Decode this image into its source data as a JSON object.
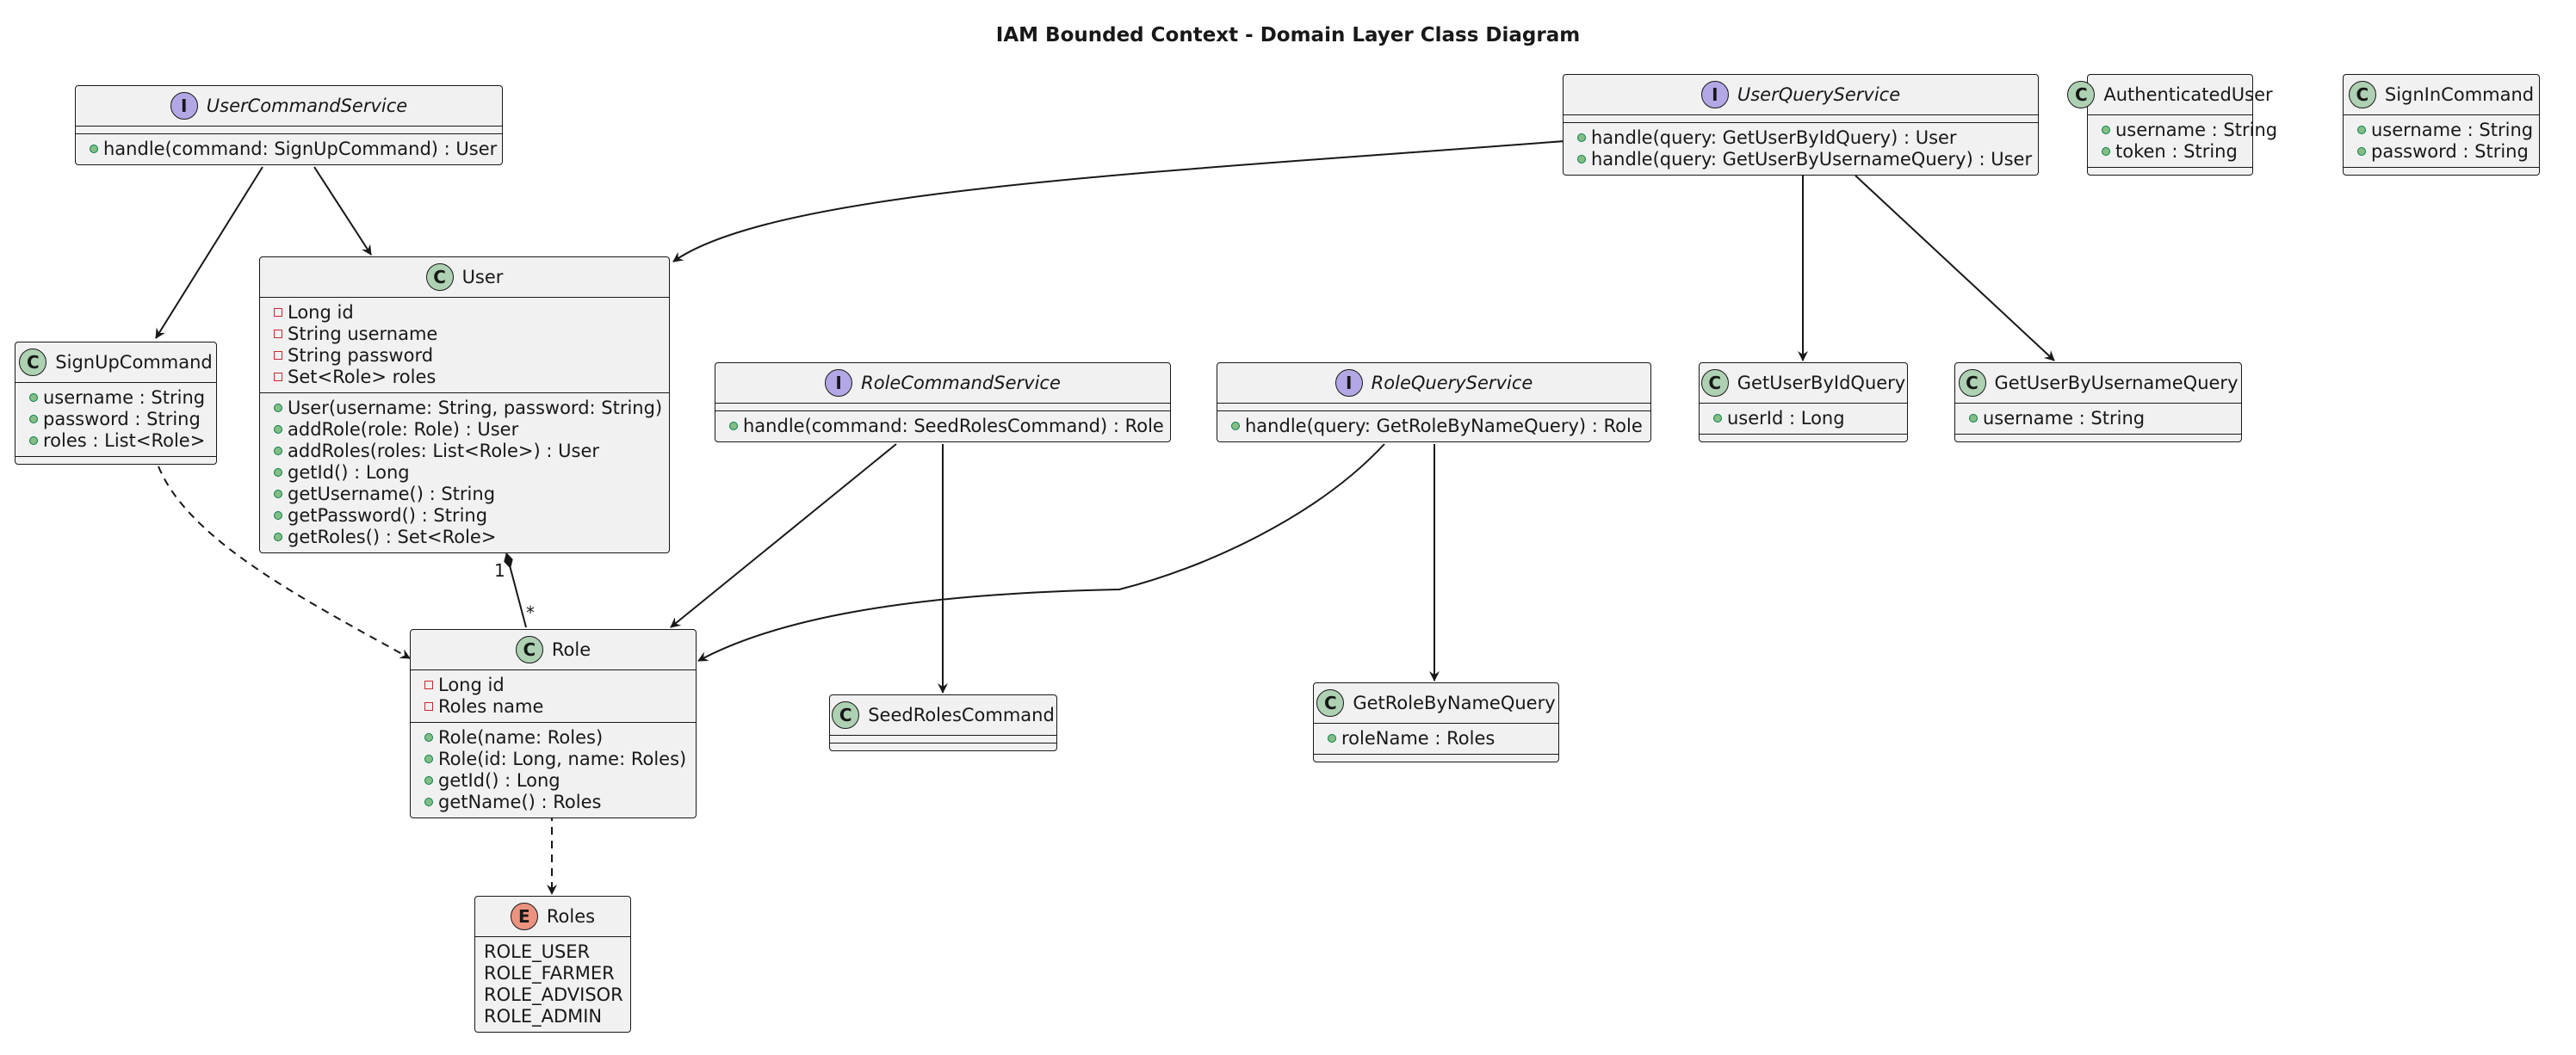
{
  "title": "IAM Bounded Context - Domain Layer Class Diagram",
  "colors": {
    "class_badge": "#ADD1B2",
    "interface_badge": "#B4A7E5",
    "enum_badge": "#EB937F",
    "box_fill": "#F1F1F1",
    "line": "#181818"
  },
  "classes": {
    "user_command_service": {
      "stereotype": "I",
      "name": "UserCommandService",
      "methods": [
        "handle(command: SignUpCommand) : User"
      ]
    },
    "user_query_service": {
      "stereotype": "I",
      "name": "UserQueryService",
      "methods": [
        "handle(query: GetUserByIdQuery) : User",
        "handle(query: GetUserByUsernameQuery) : User"
      ]
    },
    "authenticated_user": {
      "stereotype": "C",
      "name": "AuthenticatedUser",
      "fields": [
        "username : String",
        "token : String"
      ]
    },
    "sign_in_command": {
      "stereotype": "C",
      "name": "SignInCommand",
      "fields": [
        "username : String",
        "password : String"
      ]
    },
    "user": {
      "stereotype": "C",
      "name": "User",
      "fields": [
        "Long id",
        "String username",
        "String password",
        "Set<Role> roles"
      ],
      "methods": [
        "User(username: String, password: String)",
        "addRole(role: Role) : User",
        "addRoles(roles: List<Role>) : User",
        "getId() : Long",
        "getUsername() : String",
        "getPassword() : String",
        "getRoles() : Set<Role>"
      ]
    },
    "sign_up_command": {
      "stereotype": "C",
      "name": "SignUpCommand",
      "fields": [
        "username : String",
        "password : String",
        "roles : List<Role>"
      ]
    },
    "role_command_service": {
      "stereotype": "I",
      "name": "RoleCommandService",
      "methods": [
        "handle(command: SeedRolesCommand) : Role"
      ]
    },
    "role_query_service": {
      "stereotype": "I",
      "name": "RoleQueryService",
      "methods": [
        "handle(query: GetRoleByNameQuery) : Role"
      ]
    },
    "get_user_by_id_query": {
      "stereotype": "C",
      "name": "GetUserByIdQuery",
      "fields": [
        "userId : Long"
      ]
    },
    "get_user_by_username_query": {
      "stereotype": "C",
      "name": "GetUserByUsernameQuery",
      "fields": [
        "username : String"
      ]
    },
    "role": {
      "stereotype": "C",
      "name": "Role",
      "fields": [
        "Long id",
        "Roles name"
      ],
      "methods": [
        "Role(name: Roles)",
        "Role(id: Long, name: Roles)",
        "getId() : Long",
        "getName() : Roles"
      ]
    },
    "seed_roles_command": {
      "stereotype": "C",
      "name": "SeedRolesCommand"
    },
    "get_role_by_name_query": {
      "stereotype": "C",
      "name": "GetRoleByNameQuery",
      "fields": [
        "roleName : Roles"
      ]
    },
    "roles": {
      "stereotype": "E",
      "name": "Roles",
      "values": [
        "ROLE_USER",
        "ROLE_FARMER",
        "ROLE_ADVISOR",
        "ROLE_ADMIN"
      ]
    }
  },
  "relations": [
    {
      "from": "user_command_service",
      "to": "sign_up_command",
      "kind": "association"
    },
    {
      "from": "user_command_service",
      "to": "user",
      "kind": "association"
    },
    {
      "from": "user_query_service",
      "to": "user",
      "kind": "association"
    },
    {
      "from": "user_query_service",
      "to": "get_user_by_id_query",
      "kind": "association"
    },
    {
      "from": "user_query_service",
      "to": "get_user_by_username_query",
      "kind": "association"
    },
    {
      "from": "user",
      "to": "role",
      "kind": "composition",
      "from_mult": "1",
      "to_mult": "*"
    },
    {
      "from": "sign_up_command",
      "to": "role",
      "kind": "dependency"
    },
    {
      "from": "role_command_service",
      "to": "role",
      "kind": "association"
    },
    {
      "from": "role_command_service",
      "to": "seed_roles_command",
      "kind": "association"
    },
    {
      "from": "role_query_service",
      "to": "role",
      "kind": "association"
    },
    {
      "from": "role_query_service",
      "to": "get_role_by_name_query",
      "kind": "association"
    },
    {
      "from": "role",
      "to": "roles",
      "kind": "dependency"
    }
  ]
}
